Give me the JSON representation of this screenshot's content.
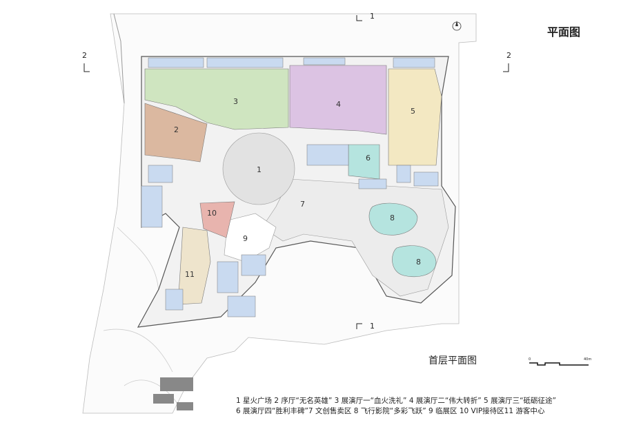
{
  "title": "平面图",
  "subtitle": "首层平面图",
  "section_marks": {
    "top": "1",
    "bottom": "1",
    "left": "2",
    "right": "2"
  },
  "scale_bar": {
    "start": "0",
    "end": "40m"
  },
  "zones": [
    {
      "id": "1",
      "color": "#e2e2e2"
    },
    {
      "id": "2",
      "color": "#dbb8a0"
    },
    {
      "id": "3",
      "color": "#cfe5c0"
    },
    {
      "id": "4",
      "color": "#dcc3e3"
    },
    {
      "id": "5",
      "color": "#f3e8c2"
    },
    {
      "id": "6",
      "color": "#b5e4df"
    },
    {
      "id": "7",
      "color": "#ececec"
    },
    {
      "id": "8",
      "color": "#b5e4df"
    },
    {
      "id": "9",
      "color": "#ffffff"
    },
    {
      "id": "10",
      "color": "#e8b4ae"
    },
    {
      "id": "11",
      "color": "#eee4cc"
    }
  ],
  "legend": {
    "line1": "1 星火广场  2 序厅“无名英雄”  3 展演厅一“血火洗礼”  4 展演厅二“伟大转折”  5 展演厅三“砥砺征途”",
    "line2": "6 展演厅四“胜利丰碑”7 文创售卖区  8 飞行影院“多彩飞跃”  9 临展区  10 VIP接待区11 游客中心"
  },
  "room_color": "#c9daf0"
}
